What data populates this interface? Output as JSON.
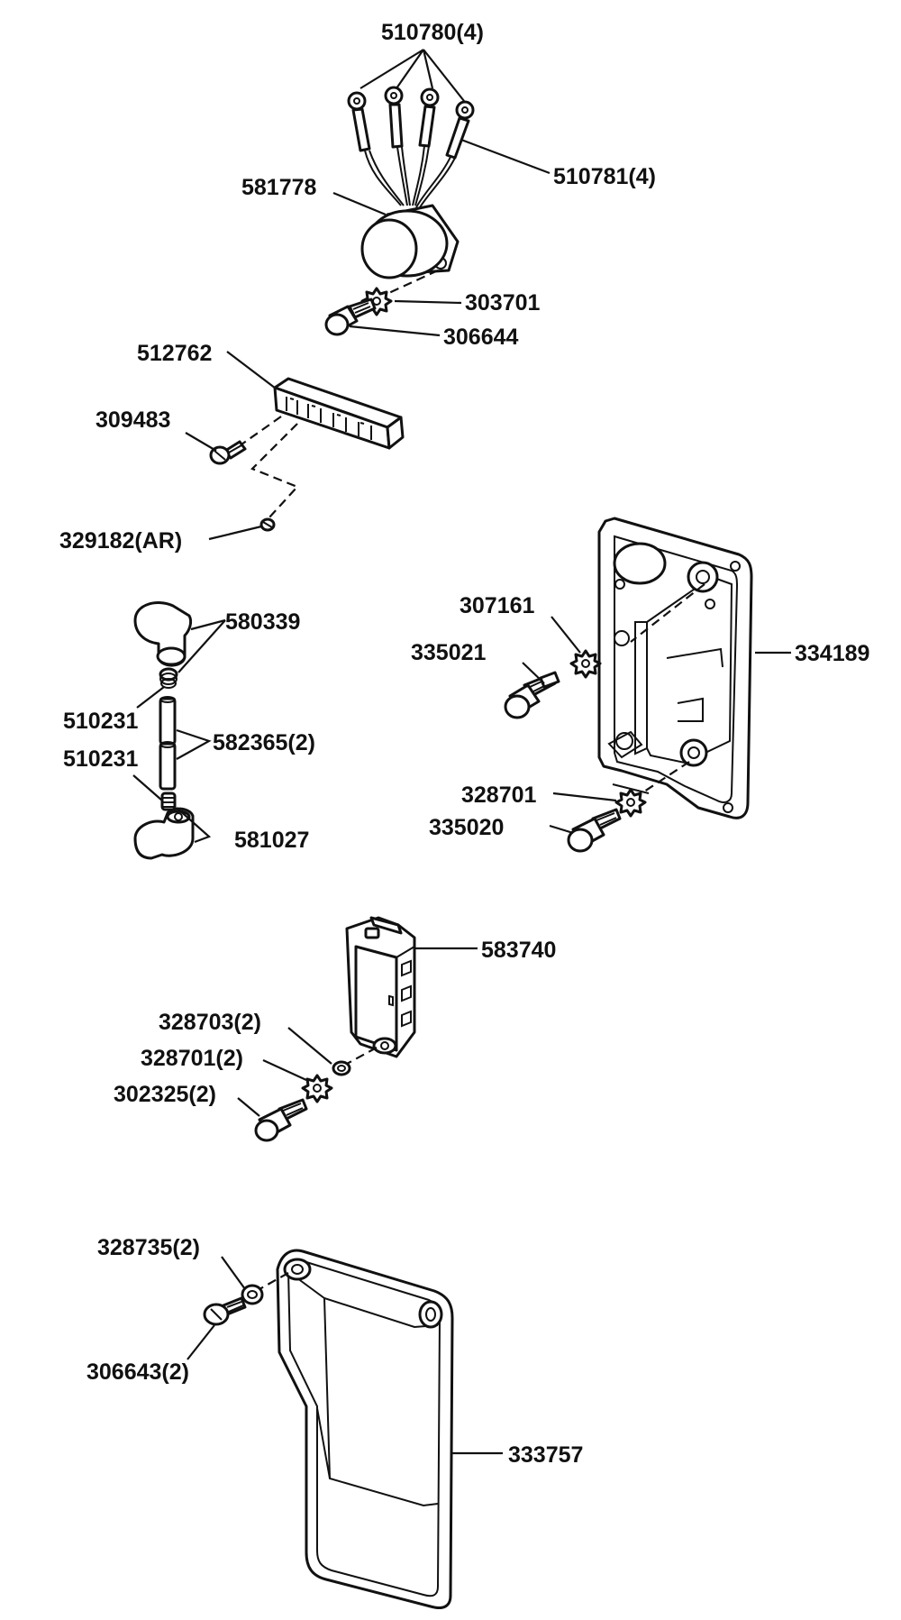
{
  "labels": {
    "l510780": "510780(4)",
    "l510781": "510781(4)",
    "l581778": "581778",
    "l303701": "303701",
    "l306644": "306644",
    "l512762": "512762",
    "l309483": "309483",
    "l329182": "329182(AR)",
    "l580339": "580339",
    "l510231a": "510231",
    "l582365": "582365(2)",
    "l510231b": "510231",
    "l581027": "581027",
    "l307161": "307161",
    "l335021": "335021",
    "l334189": "334189",
    "l328701": "328701",
    "l335020": "335020",
    "l583740": "583740",
    "l328703": "328703(2)",
    "l328701b": "328701(2)",
    "l302325": "302325(2)",
    "l328735": "328735(2)",
    "l306643": "306643(2)",
    "l333757": "333757"
  }
}
